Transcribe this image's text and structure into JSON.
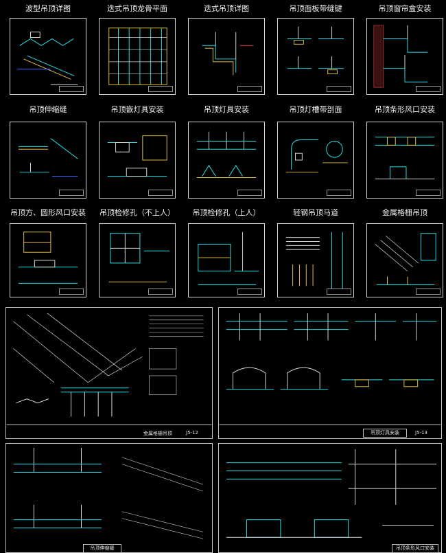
{
  "sheets": [
    {
      "title": "波型吊顶详图"
    },
    {
      "title": "迭式吊顶龙骨平面"
    },
    {
      "title": "迭式吊顶详图"
    },
    {
      "title": "吊顶面板带缝键"
    },
    {
      "title": "吊顶窗帘盒安装"
    },
    {
      "title": "吊顶伸缩缝"
    },
    {
      "title": "吊顶嵌灯具安装"
    },
    {
      "title": "吊顶灯具安装"
    },
    {
      "title": "吊顶灯槽带剖面"
    },
    {
      "title": "吊顶条形风口安装"
    },
    {
      "title": "吊顶方、圆形风口安装"
    },
    {
      "title": "吊顶检修孔（不上人）"
    },
    {
      "title": "吊顶检修孔（上人）"
    },
    {
      "title": "轻钢吊顶马道"
    },
    {
      "title": "金属格栅吊顶"
    }
  ],
  "bottom": {
    "left_sheet_title": "金属格栅吊顶",
    "left_sheet_code": "J5-12",
    "right_sheet_title": "吊顶灯具安装",
    "right_sheet_code": "J5-13",
    "bottom_left_title": "吊顶伸缩缝",
    "bottom_right_title": "吊顶条形风口安装"
  },
  "colors": {
    "background": "#000000",
    "line_cyan": "#27e0e8",
    "line_yellow": "#e0c040",
    "line_white": "#d8d8d8",
    "line_blue": "#4a6cff",
    "line_red": "#e04040",
    "line_green": "#40d060"
  }
}
